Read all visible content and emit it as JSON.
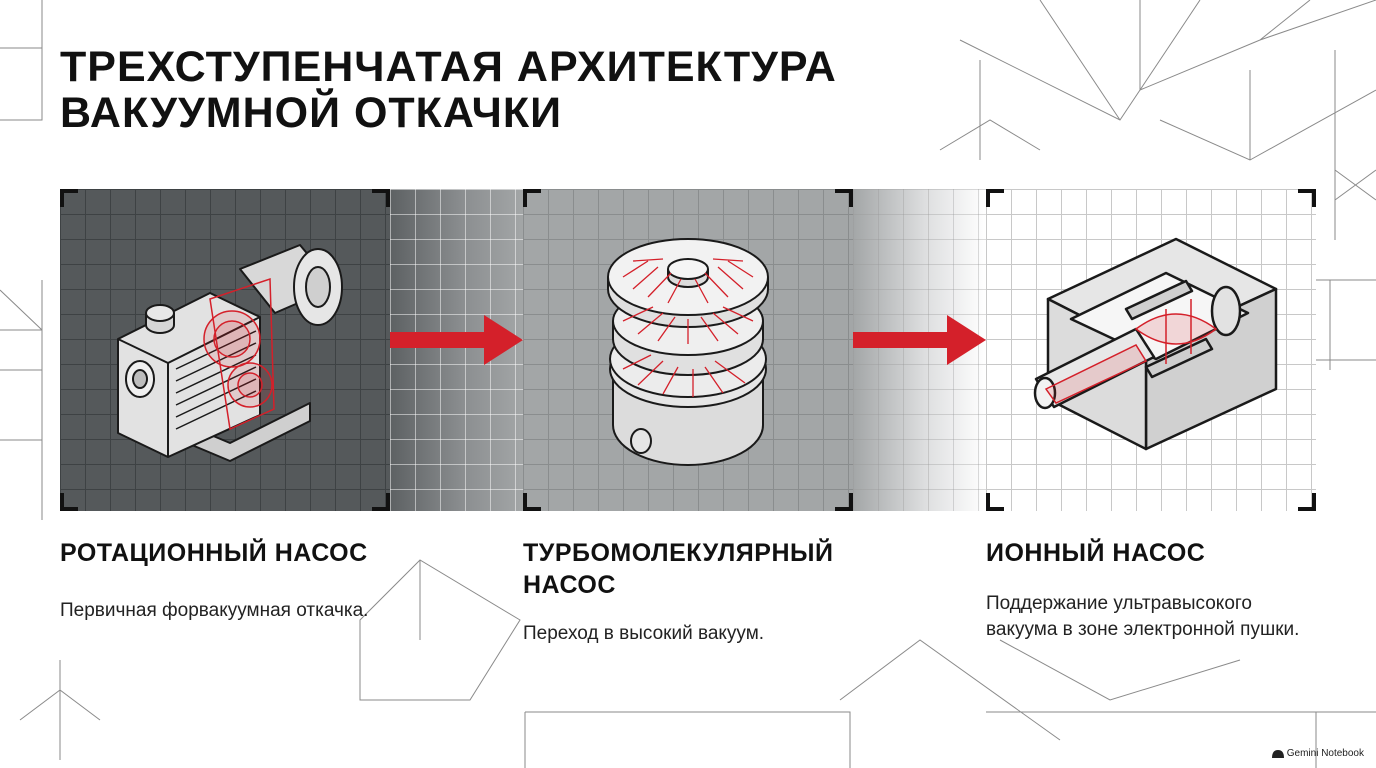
{
  "title": {
    "line1": "ТРЕХСТУПЕНЧАТАЯ  АРХИТЕКТУРА",
    "line2": "ВАКУУМНОЙ ОТКАЧКИ"
  },
  "stages": [
    {
      "title": "РОТАЦИОННЫЙ НАСОС",
      "description": "Первичная форвакуумная откачка."
    },
    {
      "title": "ТУРБОМОЛЕКУЛЯРНЫЙ НАСОС",
      "description": "Переход в высокий вакуум."
    },
    {
      "title": "ИОННЫЙ НАСОС",
      "description": "Поддержание ультравысокого вакуума в зоне электронной пушки."
    }
  ],
  "watermark": "Gemini Notebook",
  "colors": {
    "accent": "#d4202a",
    "panel1_bg": "#55595b",
    "panel2_bg": "#a3a6a7",
    "panel3_bg": "#ffffff"
  }
}
